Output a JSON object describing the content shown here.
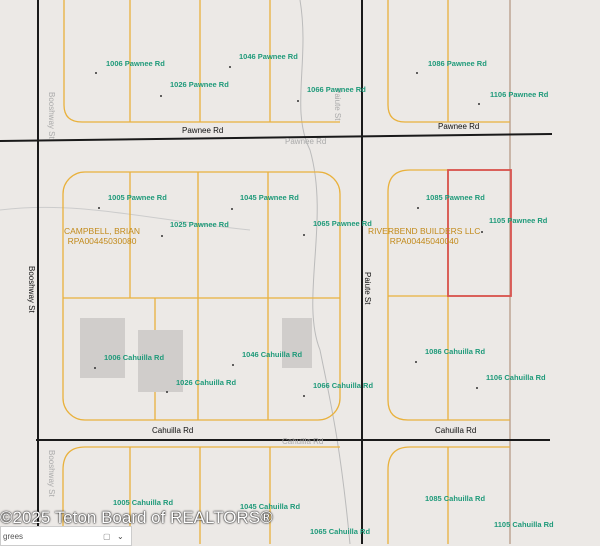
{
  "colors": {
    "parcel": "#e9b13c",
    "selected": "#d9534f",
    "road": "#1a1a1a",
    "label": "#1f9a7a",
    "owner": "#c28a1a"
  },
  "roads": {
    "pawnee": "Pawnee Rd",
    "cahuilla": "Cahuilla Rd",
    "booshway": "Booshway St",
    "paiute": "Paiute St"
  },
  "addresses": {
    "a1": "1006 Pawnee Rd",
    "a2": "1046 Pawnee Rd",
    "a3": "1026 Pawnee Rd",
    "a4": "1066 Pawnee Rd",
    "a5": "1086 Pawnee Rd",
    "a6": "1106 Pawnee Rd",
    "b1": "1005 Pawnee Rd",
    "b2": "1045 Pawnee Rd",
    "b3": "1025 Pawnee Rd",
    "b4": "1065 Pawnee Rd",
    "b5": "1085 Pawnee Rd",
    "b6": "1105 Pawnee Rd",
    "c1": "1006 Cahuilla Rd",
    "c2": "1046 Cahuilla Rd",
    "c3": "1026 Cahuilla Rd",
    "c4": "1066 Cahuilla Rd",
    "c5": "1086 Cahuilla Rd",
    "c6": "1106 Cahuilla Rd",
    "d1": "1005 Cahuilla Rd",
    "d2": "1045 Cahuilla Rd",
    "d3": "1085 Cahuilla Rd",
    "d4": "1065 Cahuilla Rd",
    "d5": "1105 Cahuilla Rd"
  },
  "owners": {
    "o1_name": "CAMPBELL, BRIAN",
    "o1_id": "RPA00445030080",
    "o2_name": "RIVERBEND BUILDERS LLC",
    "o2_id": "RPA00445040040"
  },
  "watermark": "©2025 Teton Board of REALTORS®",
  "search": {
    "value": "grees"
  }
}
